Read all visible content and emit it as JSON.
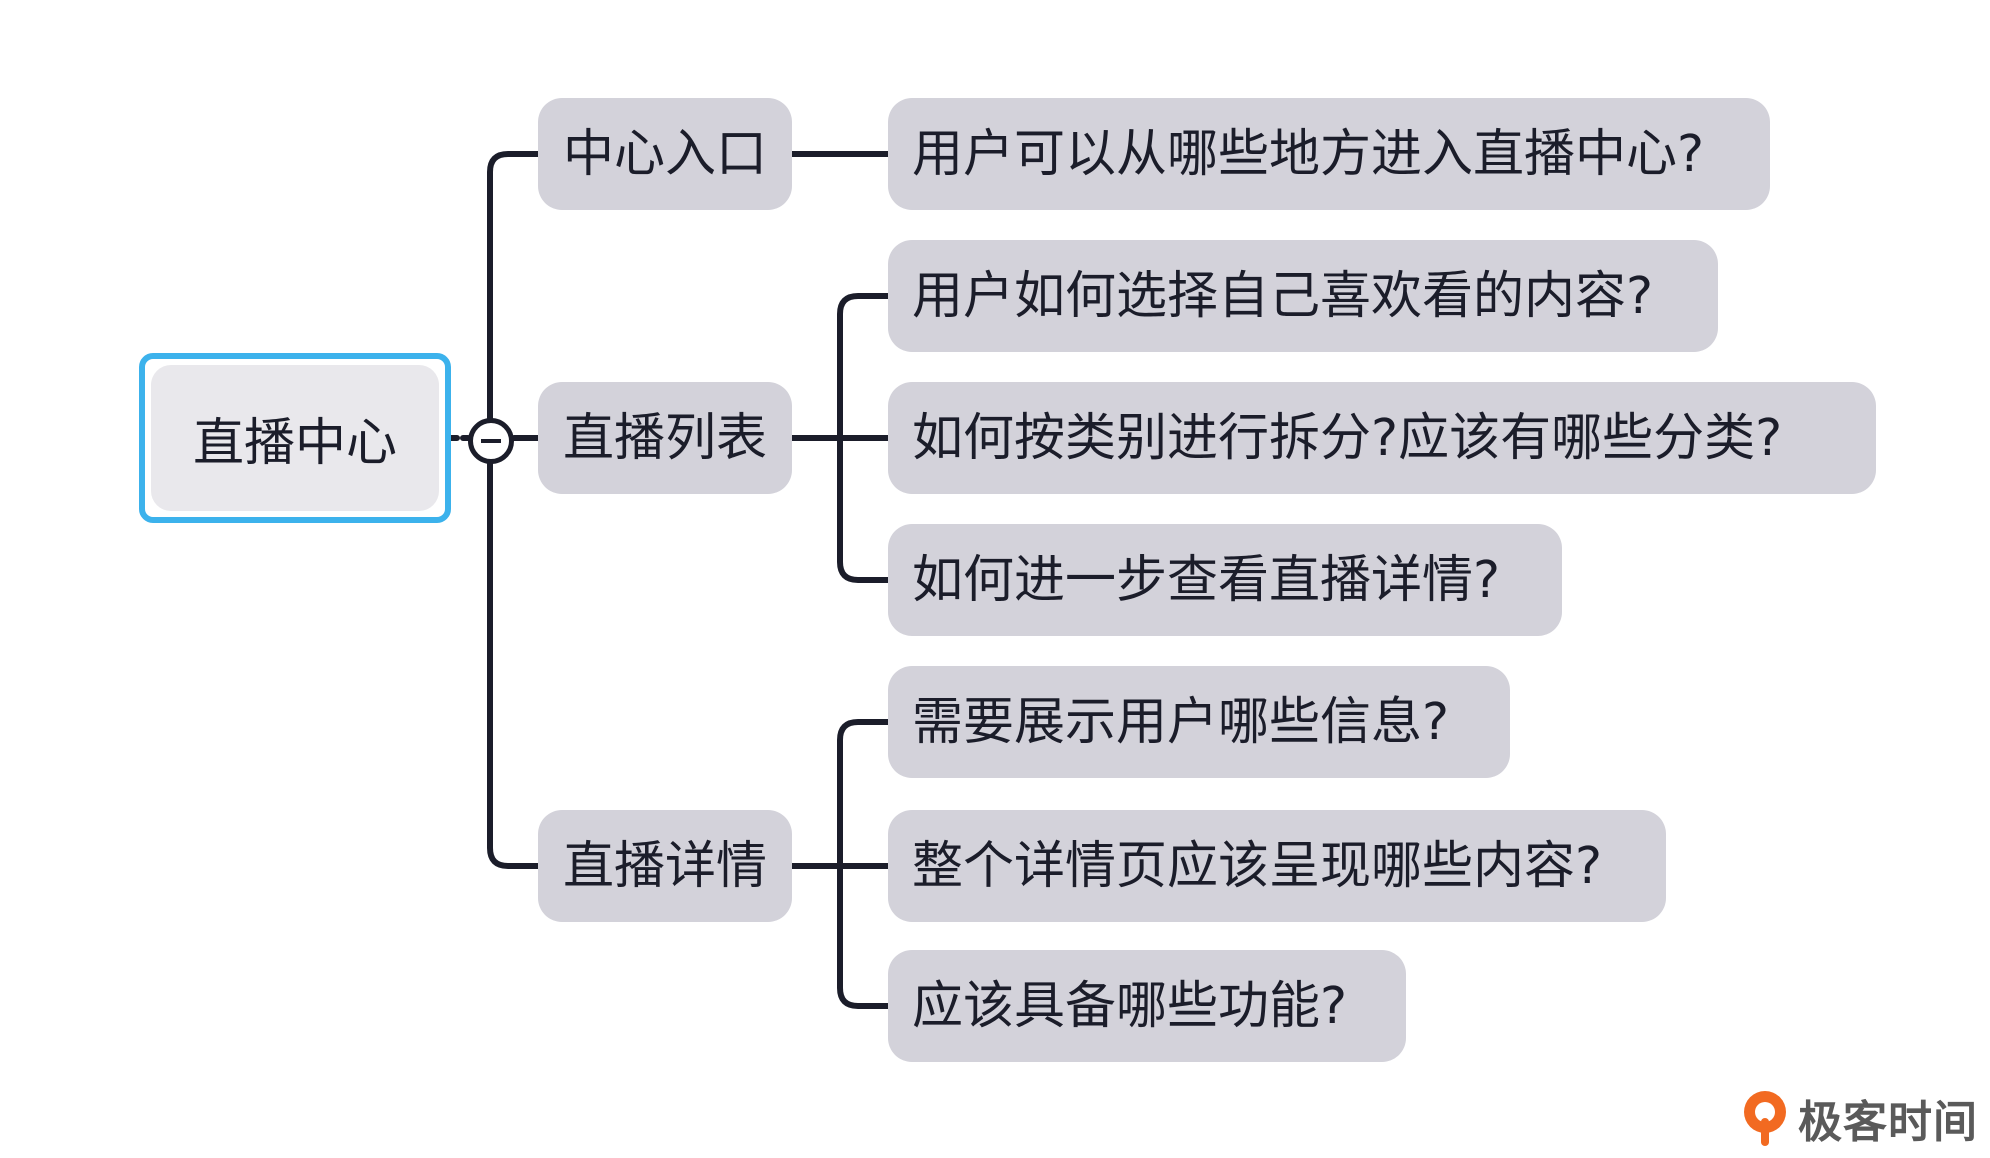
{
  "root": {
    "label": "直播中心"
  },
  "branches": [
    {
      "label": "中心入口",
      "children": [
        "用户可以从哪些地方进入直播中心?"
      ]
    },
    {
      "label": "直播列表",
      "children": [
        "用户如何选择自己喜欢看的内容?",
        "如何按类别进行拆分?应该有哪些分类?",
        "如何进一步查看直播详情?"
      ]
    },
    {
      "label": "直播详情",
      "children": [
        "需要展示用户哪些信息?",
        "整个详情页应该呈现哪些内容?",
        "应该具备哪些功能?"
      ]
    }
  ],
  "watermark": {
    "text": "极客时间"
  },
  "colors": {
    "node_fill": "#d3d2da",
    "root_fill": "#e9e8ec",
    "selection_outline": "#3cb2ec",
    "connector": "#1b1d2a",
    "brand_orange": "#f26a21"
  }
}
